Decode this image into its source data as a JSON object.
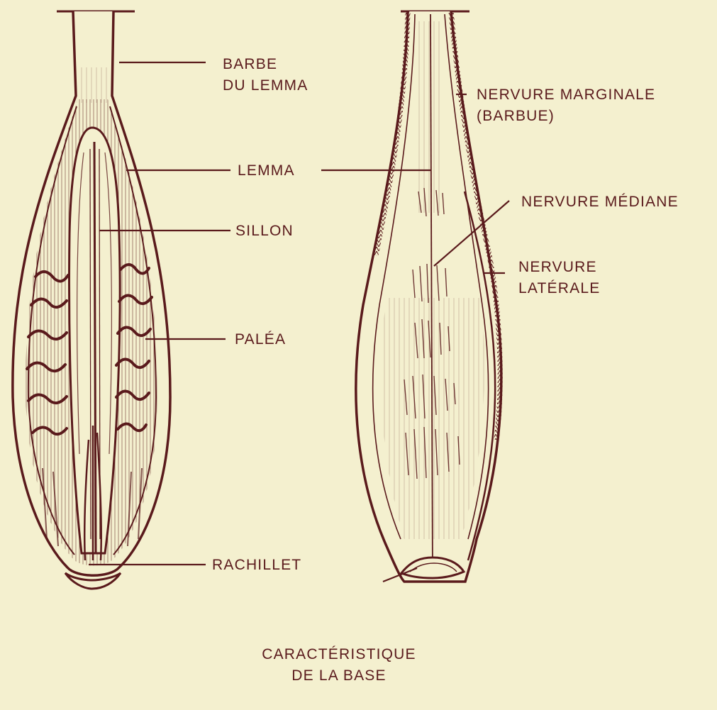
{
  "figure": {
    "ink_color": "#5a1a1c",
    "background_color": "#f4f0cf",
    "left_specimen": {
      "labels": {
        "awn": [
          "BARBE",
          "DU LEMMA"
        ],
        "lemma": "LEMMA",
        "groove": "SILLON",
        "palea": "PALÉA",
        "rachilla": "RACHILLET"
      }
    },
    "right_specimen": {
      "labels": {
        "marginal_nerve": [
          "NERVURE MARGINALE",
          "(BARBUE)"
        ],
        "median_nerve": "NERVURE MÉDIANE",
        "lateral_nerve": [
          "NERVURE",
          "LATÉRALE"
        ],
        "base": [
          "CARACTÉRISTIQUE",
          "DE LA BASE"
        ]
      }
    }
  }
}
